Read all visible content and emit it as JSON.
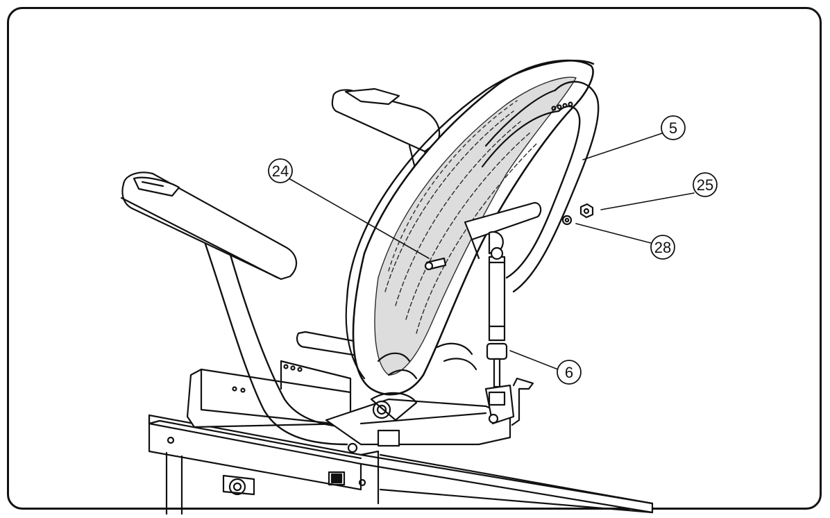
{
  "diagram": {
    "callouts": [
      {
        "id": "c5",
        "label": "5"
      },
      {
        "id": "c24",
        "label": "24"
      },
      {
        "id": "c25",
        "label": "25"
      },
      {
        "id": "c28",
        "label": "28"
      },
      {
        "id": "c6",
        "label": "6"
      }
    ],
    "colors": {
      "line": "#111111",
      "background": "#ffffff",
      "mesh": "#2a2a2a"
    }
  }
}
